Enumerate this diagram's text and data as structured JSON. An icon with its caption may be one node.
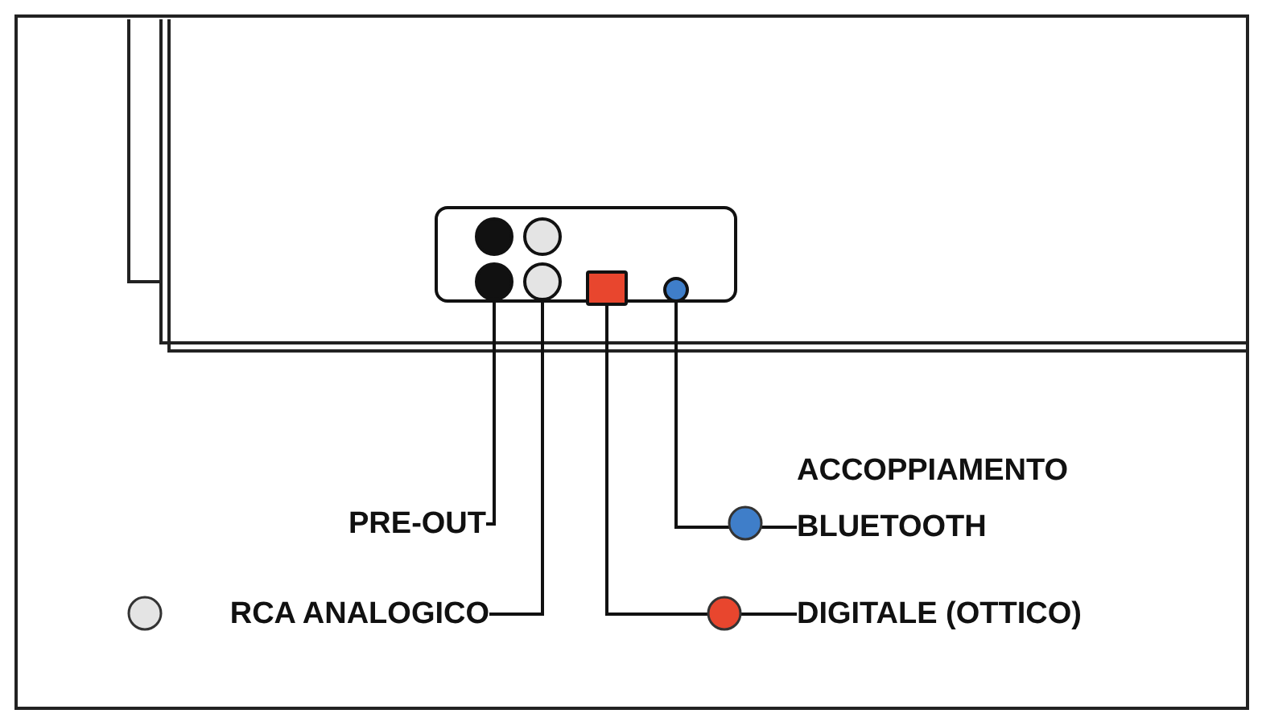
{
  "diagram": {
    "nodes": [
      {
        "text": [],
        "shape": "box"
      },
      {
        "text": [],
        "shape": "circle",
        "in": 0
      },
      {
        "text": [],
        "shape": "circle",
        "in": 0
      },
      {
        "text": [],
        "shape": "circle",
        "in": 0
      },
      {
        "text": [],
        "shape": "circle",
        "in": 0
      },
      {
        "text": [],
        "shape": "box",
        "in": 0
      },
      {
        "text": [],
        "shape": "circle",
        "in": 0
      },
      {
        "text": [
          "ACCOPPIAMENTO BLUETOOTH"
        ]
      },
      {
        "text": [
          "PRE-OUT"
        ]
      },
      {
        "text": [
          "RCA ANALOGICO"
        ]
      },
      {
        "text": [
          "DIGITALE (OTTICO)"
        ]
      }
    ],
    "edges": [
      {
        "from": 8,
        "to": 3,
        "arrow": "none"
      },
      {
        "from": 9,
        "to": 4,
        "arrow": "none"
      },
      {
        "from": 10,
        "to": 5,
        "arrow": "none"
      },
      {
        "from": 7,
        "to": 6,
        "arrow": "none"
      }
    ]
  }
}
